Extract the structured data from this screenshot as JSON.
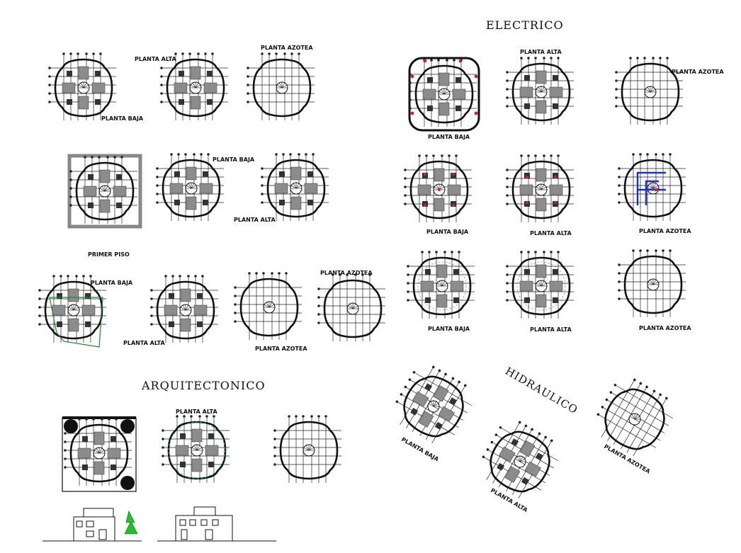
{
  "sections": {
    "electrico": "ELECTRICO",
    "arquitectonico": "ARQUITECTONICO",
    "hidraulico": "HIDRAULICO"
  },
  "labels": {
    "planta_baja": "PLANTA BAJA",
    "planta_alta": "PLANTA ALTA",
    "planta_azotea": "PLANTA AZOTEA",
    "primer_piso": "PRIMER PISO"
  },
  "colors": {
    "line": "#111111",
    "fill_gray": "#8c8c8c",
    "electric_red": "#d02030",
    "electric_blue": "#1f2fd8",
    "site_green": "#1a8a2a",
    "wall_teal": "#1aa8b0",
    "tree_green": "#22c22a"
  }
}
